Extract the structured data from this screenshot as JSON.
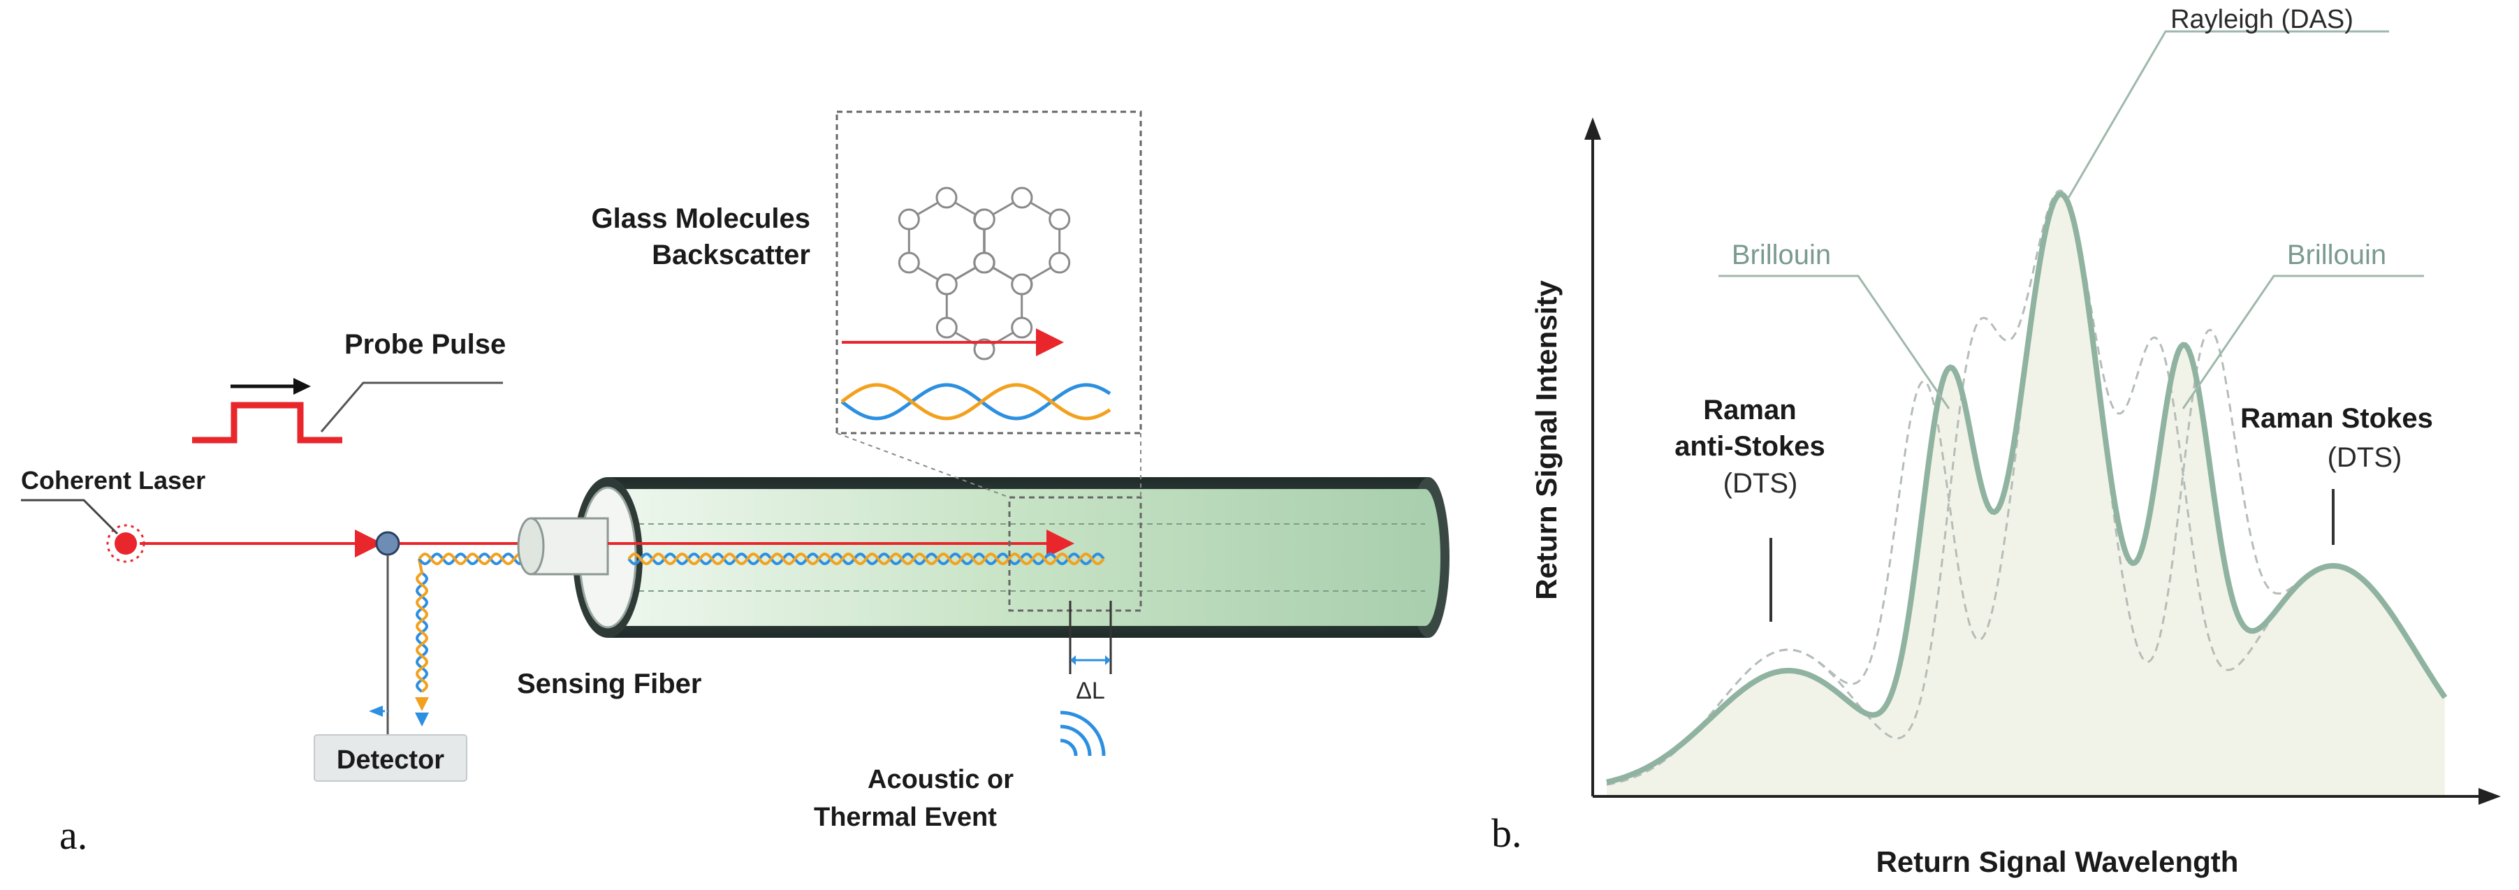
{
  "panel_a": {
    "panel_label": "a.",
    "labels": {
      "coherent_laser": "Coherent Laser",
      "probe_pulse": "Probe Pulse",
      "glass_molecules_line1": "Glass Molecules",
      "glass_molecules_line2": "Backscatter",
      "sensing_fiber": "Sensing Fiber",
      "detector": "Detector",
      "delta_l": "ΔL",
      "event_line1": "Acoustic or",
      "event_line2": "Thermal Event"
    },
    "colors": {
      "laser_red": "#e8262c",
      "wave_blue": "#2c8fe0",
      "wave_orange": "#f2a11f",
      "fiber_green": "#cfe8cf",
      "fiber_jacket": "#2d3a36"
    }
  },
  "panel_b": {
    "panel_label": "b.",
    "labels": {
      "rayleigh": "Rayleigh (DAS)",
      "brillouin_left": "Brillouin",
      "brillouin_right": "Brillouin",
      "raman_anti_line1": "Raman",
      "raman_anti_line2": "anti-Stokes",
      "raman_anti_sub": "(DTS)",
      "raman_stokes": "Raman Stokes",
      "raman_stokes_sub": "(DTS)"
    },
    "axis": {
      "ylabel": "Return Signal Intensity",
      "xlabel": "Return Signal Wavelength"
    },
    "colors": {
      "curve": "#8fb3a0",
      "fill": "#f2f3e8",
      "dashed": "#b5bdb8"
    }
  }
}
